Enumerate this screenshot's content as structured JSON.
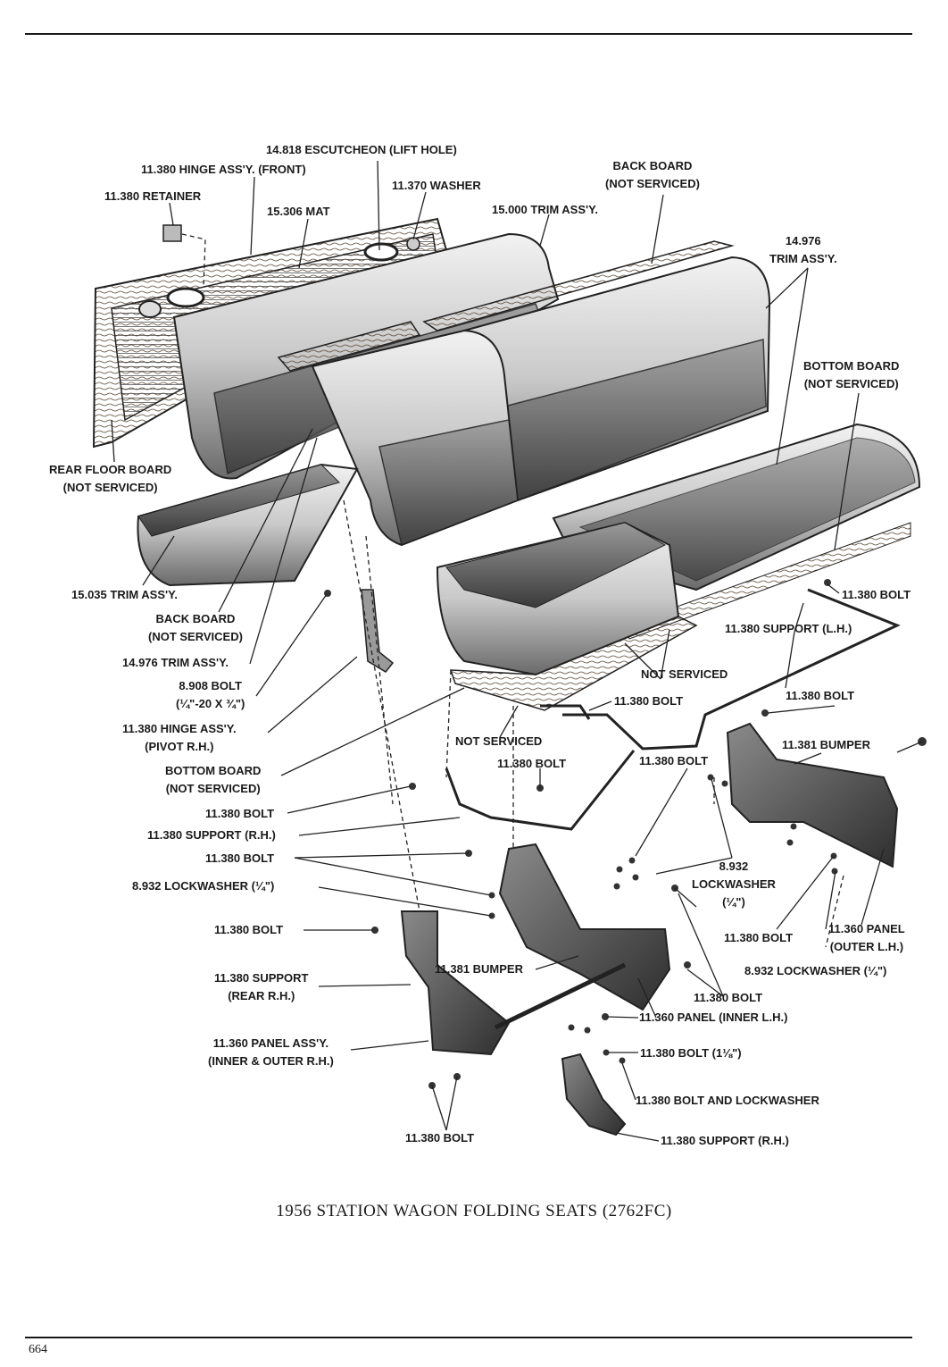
{
  "caption": "1956 STATION WAGON FOLDING SEATS (2762FC)",
  "page_number": "664",
  "callouts": {
    "escutcheon": "14.818 ESCUTCHEON (LIFT HOLE)",
    "hinge_front": "11.380 HINGE ASS'Y. (FRONT)",
    "retainer": "11.380 RETAINER",
    "washer": "11.370 WASHER",
    "mat": "15.306 MAT",
    "back_board_top": [
      "BACK BOARD",
      "(NOT SERVICED)"
    ],
    "trim_15000": "15.000 TRIM ASS'Y.",
    "trim_14976_top": [
      "14.976",
      "TRIM ASS'Y."
    ],
    "bottom_board_right": [
      "BOTTOM BOARD",
      "(NOT SERVICED)"
    ],
    "rear_floor_board": [
      "REAR FLOOR BOARD",
      "(NOT SERVICED)"
    ],
    "trim_15035": "15.035 TRIM ASS'Y.",
    "back_board_left": [
      "BACK BOARD",
      "(NOT SERVICED)"
    ],
    "trim_14976_left": "14.976 TRIM ASS'Y.",
    "bolt_8908": [
      "8.908 BOLT",
      "(¼\"-20 X ¾\")"
    ],
    "hinge_pivot": [
      "11.380 HINGE ASS'Y.",
      "(PIVOT R.H.)"
    ],
    "bottom_board_left": [
      "BOTTOM BOARD",
      "(NOT SERVICED)"
    ],
    "bolt_left_1": "11.380 BOLT",
    "support_rh_left": "11.380 SUPPORT (R.H.)",
    "bolt_left_2": "11.380 BOLT",
    "lockwasher_left": "8.932 LOCKWASHER (¼\")",
    "bolt_left_3": "11.380 BOLT",
    "support_rear_rh": [
      "11.380 SUPPORT",
      "(REAR R.H.)"
    ],
    "panel_assy_rh": [
      "11.360 PANEL ASS'Y.",
      "(INNER & OUTER R.H.)"
    ],
    "bolt_bottom": "11.380 BOLT",
    "bumper_center": "11.381 BUMPER",
    "not_serviced_center": "NOT SERVICED",
    "bolt_center": "11.380 BOLT",
    "not_serviced_mid": "NOT SERVICED",
    "bolt_mid": "11.380 BOLT",
    "bolt_right_top": "11.380 BOLT",
    "support_lh": "11.380 SUPPORT (L.H.)",
    "bolt_right_2": "11.380 BOLT",
    "bumper_right": "11.381 BUMPER",
    "bolt_mid_2": "11.380 BOLT",
    "lockwasher_mid": [
      "8.932",
      "LOCKWASHER",
      "(¼\")"
    ],
    "bolt_right_3": "11.380 BOLT",
    "panel_outer_lh": [
      "11.360 PANEL",
      "(OUTER L.H.)"
    ],
    "lockwasher_right": "8.932 LOCKWASHER (¼\")",
    "bolt_right_4": "11.380 BOLT",
    "panel_inner_lh": "11.360 PANEL (INNER L.H.)",
    "bolt_1_1_8": "11.380 BOLT (1⅛\")",
    "bolt_and_lockwasher": "11.380 BOLT AND LOCKWASHER",
    "support_rh_bottom": "11.380 SUPPORT (R.H.)"
  }
}
